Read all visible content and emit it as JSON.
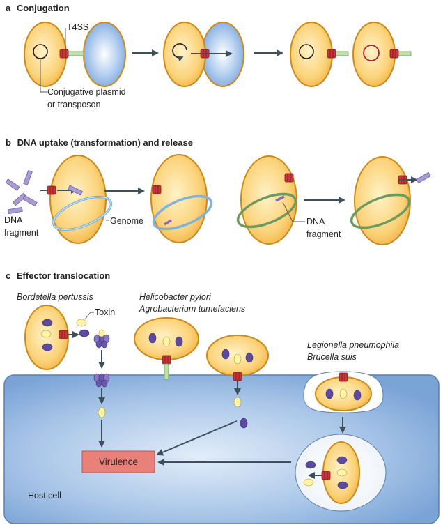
{
  "panel_a": {
    "letter": "a",
    "title": "Conjugation",
    "label_t4ss": "T4SS",
    "label_plasmid_line1": "Conjugative plasmid",
    "label_plasmid_line2": "or transposon"
  },
  "panel_b": {
    "letter": "b",
    "title": "DNA uptake (transformation) and release",
    "label_dna_fragment_line1": "DNA",
    "label_dna_fragment_line2": "fragment",
    "label_genome": "Genome",
    "label_dna_fragment2_line1": "DNA",
    "label_dna_fragment2_line2": "fragment"
  },
  "panel_c": {
    "letter": "c",
    "title": "Effector translocation",
    "species_bordetella": "Bordetella pertussis",
    "label_toxin": "Toxin",
    "species_helicobacter": "Helicobacter pylori",
    "species_agrobacterium": "Agrobacterium tumefaciens",
    "species_legionella": "Legionella pneumophila",
    "species_brucella": "Brucella suis",
    "label_virulence": "Virulence",
    "label_host_cell": "Host cell"
  },
  "colors": {
    "donor_fill": "#f8c35a",
    "recipient_fill": "#7ea9e0",
    "host_cell": "#8fb3dd",
    "channel": "#c8353a",
    "virulence_box": "#e9807a",
    "arrow": "#3d4f5a",
    "genome_blue": "#7fb2dc",
    "genome_green": "#6f9a5f",
    "effector_purple": "#5b4aa0",
    "effector_yellow": "#fff4a8"
  }
}
